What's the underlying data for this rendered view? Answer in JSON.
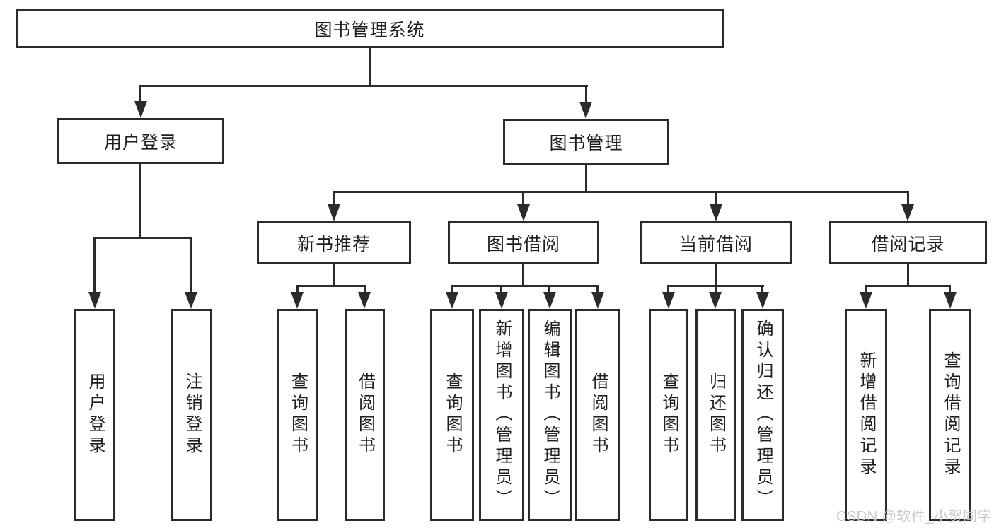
{
  "colors": {
    "line": "#2b2b2b",
    "text": "#1e1e1e",
    "bg": "#ffffff",
    "wm": "#c9c9c9"
  },
  "watermark": "CSDN @软件_小贺同学",
  "tree": {
    "root": "图书管理系统",
    "branches": [
      {
        "label": "用户登录",
        "leaves": [
          "用户登录",
          "注销登录"
        ]
      },
      {
        "label": "图书管理",
        "sections": [
          {
            "label": "新书推荐",
            "leaves": [
              "查询图书",
              "借阅图书"
            ]
          },
          {
            "label": "图书借阅",
            "leaves": [
              "查询图书",
              "新增图书（管理员）",
              "编辑图书（管理员）",
              "借阅图书"
            ]
          },
          {
            "label": "当前借阅",
            "leaves": [
              "查询图书",
              "归还图书",
              "确认归还（管理员）"
            ]
          },
          {
            "label": "借阅记录",
            "leaves": [
              "新增借阅记录",
              "查询借阅记录"
            ]
          }
        ]
      }
    ]
  }
}
